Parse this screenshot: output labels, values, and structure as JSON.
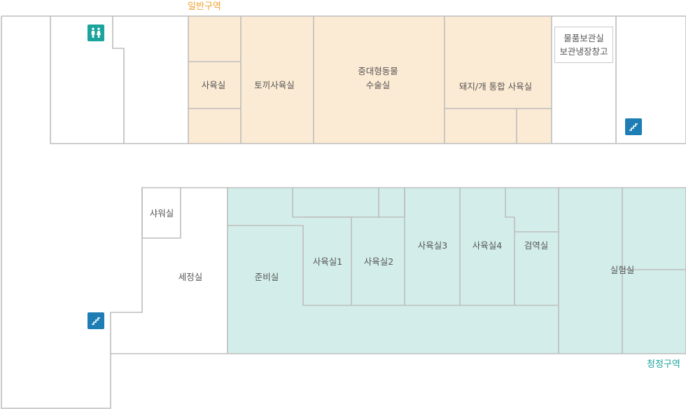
{
  "zones": {
    "general": {
      "label": "일반구역",
      "color": "#F0A030"
    },
    "clean": {
      "label": "청정구역",
      "color": "#1BA39C"
    }
  },
  "colors": {
    "general_fill": "#FCEBD4",
    "clean_fill": "#D3EEEA",
    "wall": "#BDBDBD",
    "restroom_icon_bg": "#1BA39C",
    "stairs_icon_bg": "#1E7DB5"
  },
  "rooms": {
    "breeding_room_general": "사육실",
    "rabbit_room": "토끼사육실",
    "large_animal_surgery": "중대형동물\n수술실",
    "pig_dog_room": "돼지/개 통합 사육실",
    "storage_cold": "물품보관실\n보관냉장창고",
    "shower": "샤워실",
    "wash_room": "세정실",
    "prep_room": "준비실",
    "breeding_room_1": "사육실1",
    "breeding_room_2": "사육실2",
    "breeding_room_3": "사육실3",
    "breeding_room_4": "사육실4",
    "quarantine": "검역실",
    "lab": "실험실"
  },
  "icons": {
    "restroom": "restroom-icon",
    "stairs": "stairs-icon"
  }
}
